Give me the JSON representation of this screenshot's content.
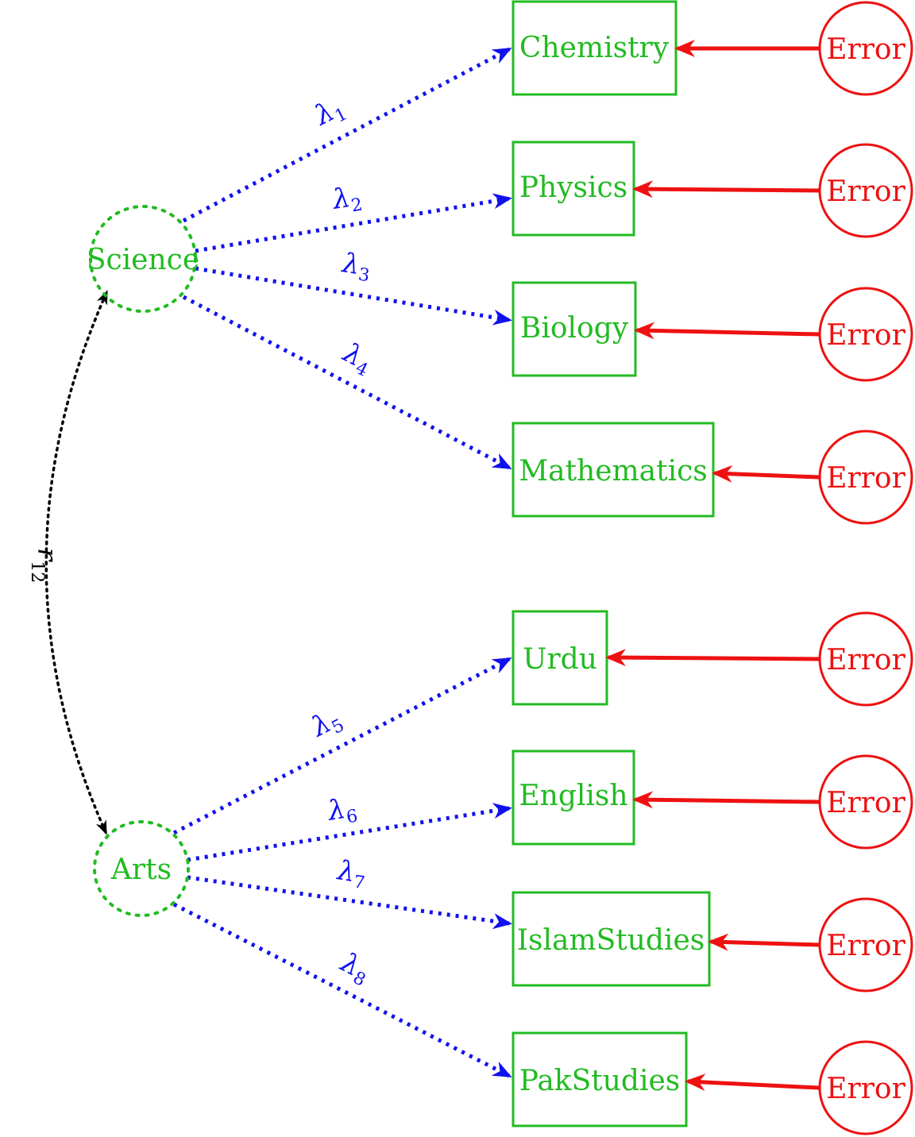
{
  "colors": {
    "latent": "#22bb22",
    "indicator": "#22bb22",
    "error": "#ee1111",
    "loading": "#1111ee",
    "correlation": "#000000"
  },
  "latents": {
    "science": "Science",
    "arts": "Arts"
  },
  "indicators": [
    "Chemistry",
    "Physics",
    "Biology",
    "Mathematics",
    "Urdu",
    "English",
    "IslamStudies",
    "PakStudies"
  ],
  "errors": [
    "Error",
    "Error",
    "Error",
    "Error",
    "Error",
    "Error",
    "Error",
    "Error"
  ],
  "loadings": {
    "symbol": "λ",
    "subscripts": [
      "1",
      "2",
      "3",
      "4",
      "5",
      "6",
      "7",
      "8"
    ]
  },
  "correlation": {
    "symbol": "r",
    "subscript": "12"
  }
}
